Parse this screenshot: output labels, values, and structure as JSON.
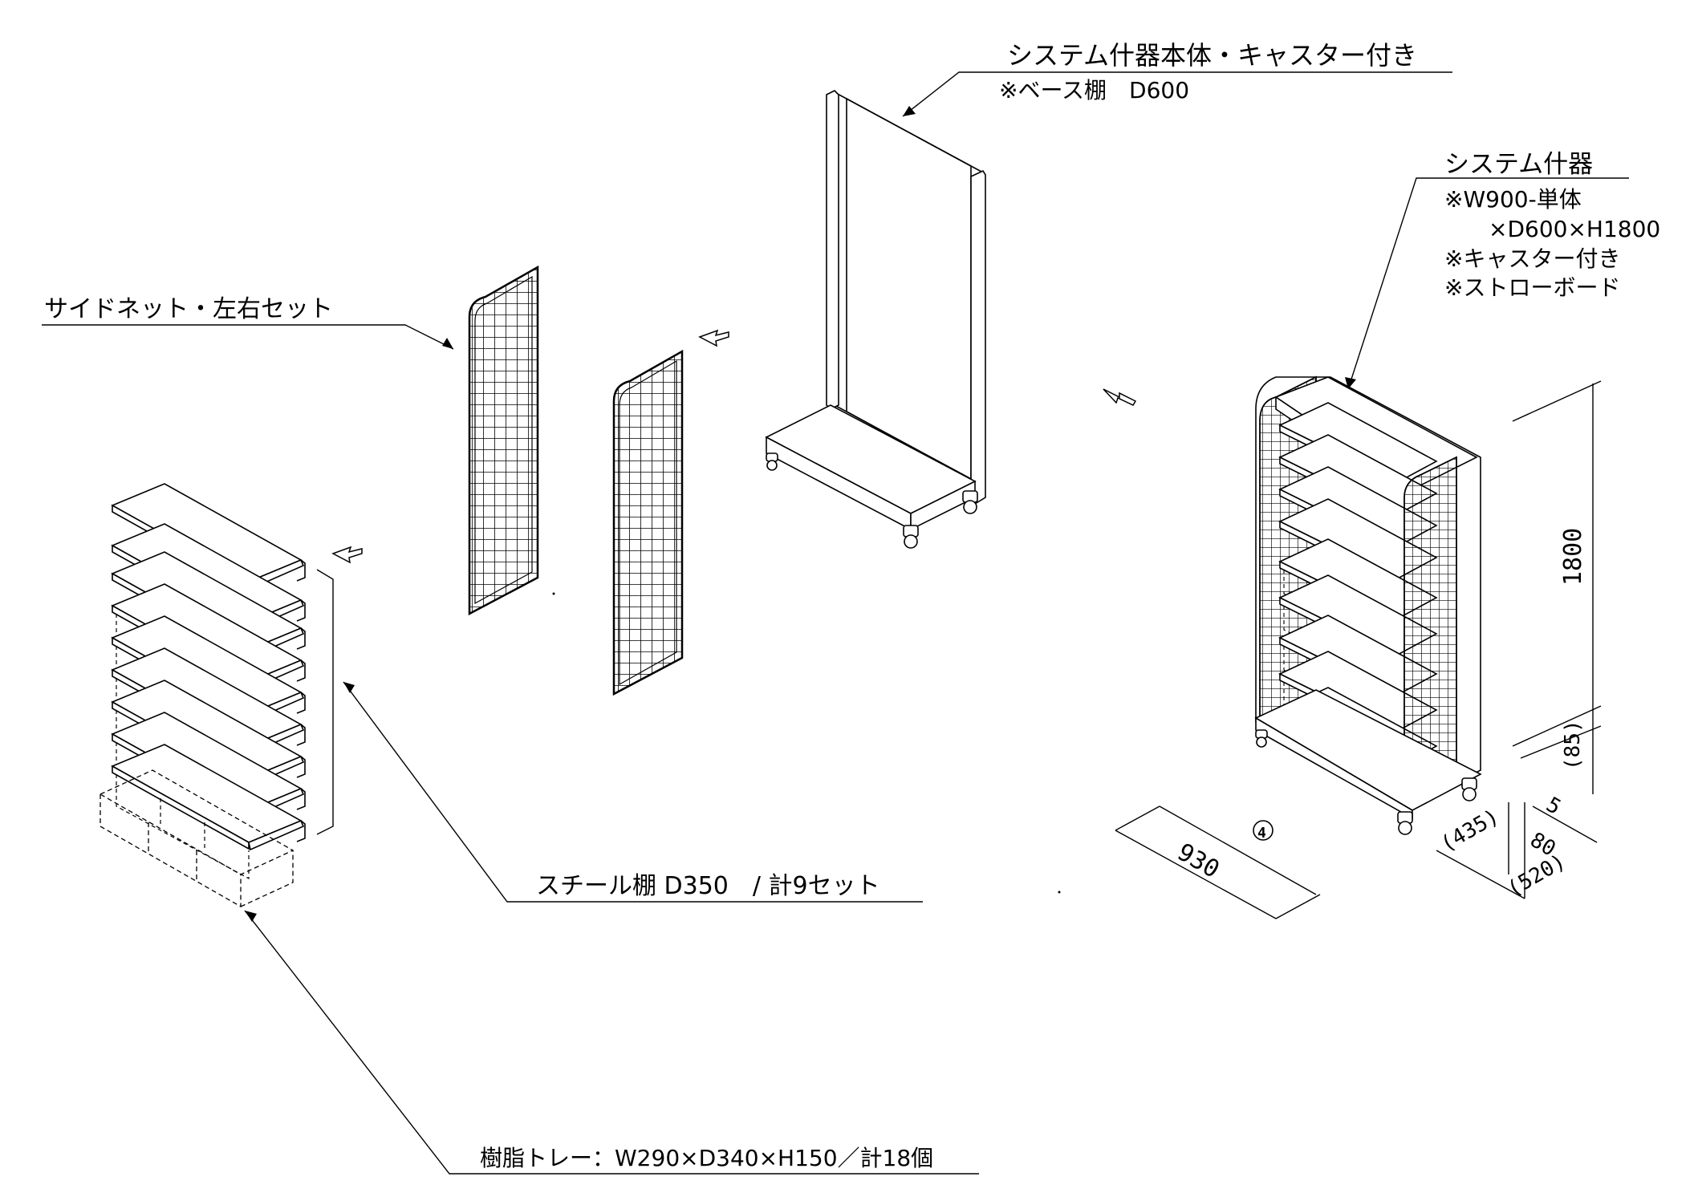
{
  "labels": {
    "main_unit": "システム什器本体・キャスター付き",
    "main_unit_sub": "※ベース棚　D600",
    "system_title": "システム什器",
    "system_spec_1": "※W900-単体",
    "system_spec_2": "×D600×H1800",
    "system_spec_3": "※キャスター付き",
    "system_spec_4": "※ストローボード",
    "side_net": "サイドネット・左右セット",
    "steel_shelf": "スチール棚 D350　/ 計9セット",
    "resin_tray": "樹脂トレー：W290×D340×H150／計18個"
  },
  "dimensions": {
    "height": "1800",
    "width": "930",
    "caster_h": "(85)",
    "gap": "5",
    "d1": "(435)",
    "d2": "80",
    "d3": "(520)",
    "circle_num": "4"
  },
  "colors": {
    "line": "#000000",
    "background": "#ffffff"
  }
}
